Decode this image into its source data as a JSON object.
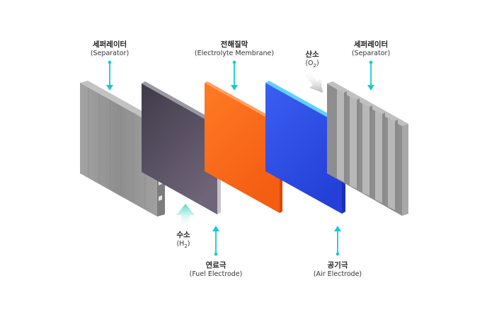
{
  "labels": {
    "separator_left": {
      "ko": "세퍼레이터",
      "en": "(Separator)"
    },
    "electrolyte": {
      "ko": "전해질막",
      "en": "(Electrolyte Membrane)"
    },
    "oxygen": {
      "ko": "산소",
      "en_prefix": "(O",
      "en_sub": "2",
      "en_suffix": ")"
    },
    "separator_right": {
      "ko": "세퍼레이터",
      "en": "(Separator)"
    },
    "hydrogen": {
      "ko": "수소",
      "en_prefix": "(H",
      "en_sub": "2",
      "en_suffix": ")"
    },
    "fuel_electrode": {
      "ko": "연료극",
      "en": "(Fuel Electrode)"
    },
    "air_electrode": {
      "ko": "공기극",
      "en": "(Air Electrode)"
    }
  },
  "colors": {
    "arrow": "#17c9d4",
    "separator": "#9a9a9a",
    "fuel_electrode": "#4a4454",
    "electrolyte": "#ff6a1a",
    "air_electrode": "#2f55ee",
    "gas_arrow": "#bcbcbc"
  }
}
